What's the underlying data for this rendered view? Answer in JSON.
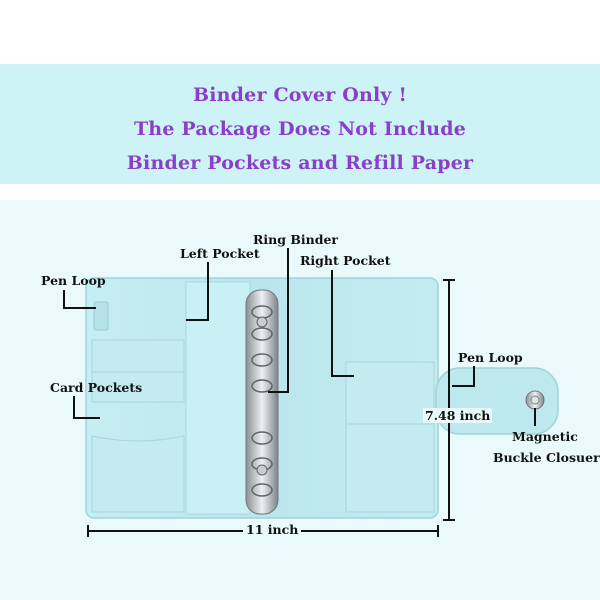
{
  "banner": {
    "line1": "Binder Cover Only !",
    "line2": "The Package Does Not Include",
    "line3": "Binder Pockets and Refill Paper"
  },
  "labels": {
    "left_pocket": "Left Pocket",
    "ring_binder": "Ring Binder",
    "right_pocket": "Right Pocket",
    "pen_loop_left": "Pen Loop",
    "card_pockets": "Card Pockets",
    "pen_loop_right": "Pen Loop",
    "height": "7.48 inch",
    "magnetic": "Magnetic",
    "buckle": "Buckle Closuer",
    "width": "11 inch"
  },
  "colors": {
    "banner_bg": "#cdf3f7",
    "banner_text": "#8a3fc9",
    "binder_cover": "#bfe9ee",
    "binder_edge": "#9fd3da"
  }
}
